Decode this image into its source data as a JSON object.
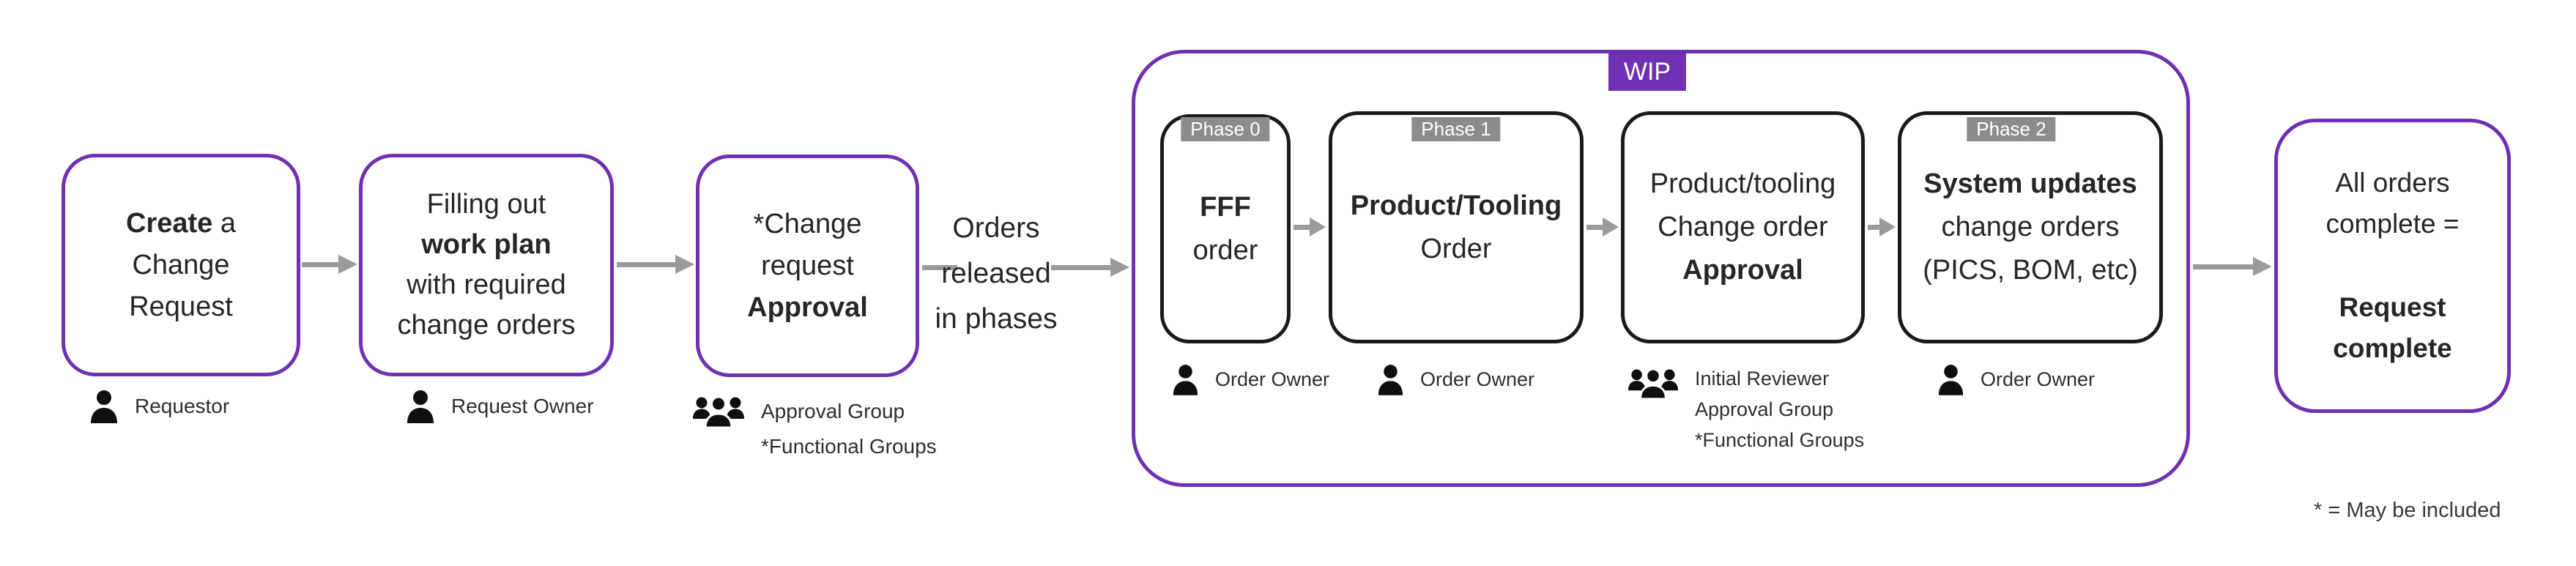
{
  "colors": {
    "purple": "#7030B2",
    "badge_gray": "#8C8C8C",
    "arrow_gray": "#9B9B9B",
    "box_border": "#1A1A1A",
    "text": "#262626"
  },
  "steps": {
    "create": {
      "l1b": "Create",
      "l1r": " a",
      "l2": "Change",
      "l3": "Request",
      "role": "Requestor"
    },
    "workplan": {
      "l1": "Filling out",
      "l2b": "work plan",
      "l3": "with required",
      "l4": "change orders",
      "role": "Request Owner"
    },
    "cr_approval": {
      "l1": "*Change",
      "l2": "request",
      "l3b": "Approval",
      "roles": {
        "r1": "Approval Group",
        "r2": "*Functional Groups"
      }
    },
    "transition": {
      "l1": "Orders",
      "l2": "released",
      "l3": "in phases"
    }
  },
  "wip": {
    "badge": "WIP",
    "fff": {
      "badge": "Phase 0",
      "l1b": "FFF",
      "l2": "order",
      "role": "Order Owner"
    },
    "pt": {
      "badge": "Phase 1",
      "l1b": "Product/Tooling",
      "l2": "Order",
      "role": "Order Owner"
    },
    "approval": {
      "l1": "Product/tooling",
      "l2": "Change order",
      "l3b": "Approval",
      "roles": {
        "r1": "Initial Reviewer",
        "r2": "Approval Group",
        "r3": "*Functional Groups"
      }
    },
    "sys": {
      "badge": "Phase 2",
      "l1b": "System updates",
      "l2": "change orders",
      "l3": "(PICS, BOM, etc)",
      "role": "Order Owner"
    }
  },
  "final": {
    "l1": "All orders",
    "l2": "complete =",
    "l3b": "Request",
    "l4b": "complete"
  },
  "footnote": "* = May be included"
}
